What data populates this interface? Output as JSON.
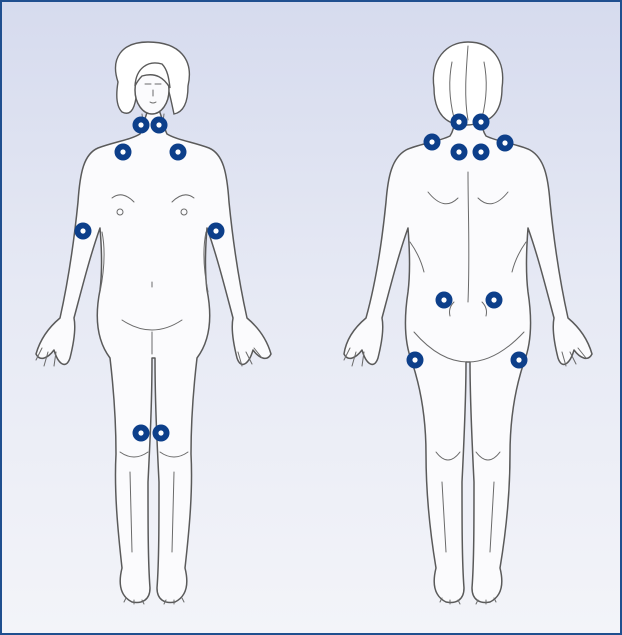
{
  "accent_color": "#1f4f8f",
  "marker_color": "#0d3f8a",
  "views": [
    {
      "name": "front",
      "tender_points": 8
    },
    {
      "name": "back",
      "tender_points": 10
    }
  ]
}
